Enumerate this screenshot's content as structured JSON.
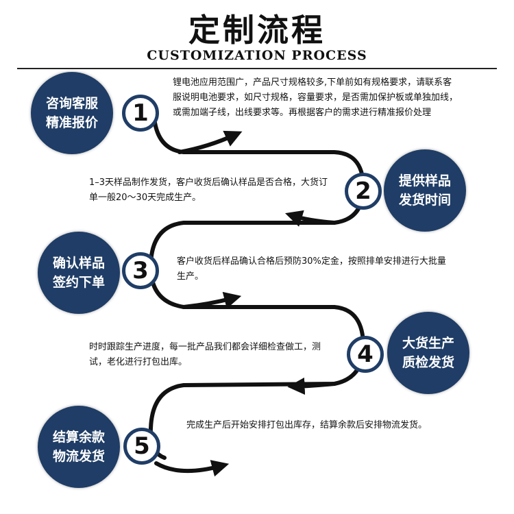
{
  "header": {
    "title": "定制流程",
    "subtitle": "CUSTOMIZATION PROCESS"
  },
  "steps": [
    {
      "number": "1",
      "label": "咨询客服精准报价",
      "description": "锂电池应用范围广，产品尺寸规格较多,下单前如有规格要求，请联系客服说明电池要求，如尺寸规格，容量要求，是否需加保护板或单独加线，或需加端子线，出线要求等。再根据客户的需求进行精准报价处理"
    },
    {
      "number": "2",
      "label": "提供样品发货时间",
      "description": "1–3天样品制作发货，客户收货后确认样品是否合格，大货订单一般20～30天完成生产。"
    },
    {
      "number": "3",
      "label": "确认样品签约下单",
      "description": "客户收货后样品确认合格后预防30%定金，按照排单安排进行大批量生产。"
    },
    {
      "number": "4",
      "label": "大货生产质检发货",
      "description": "时时跟踪生产进度，每一批产品我们都会详细检查做工，测试，老化进行打包出库。"
    },
    {
      "number": "5",
      "label": "结算余款物流发货",
      "description": "完成生产后开始安排打包出库存，结算余款后安排物流发货。"
    }
  ],
  "colors": {
    "circle": "#1f3d66",
    "path": "#111111",
    "text": "#111111"
  },
  "icons": [
    "curved-arrow-icon"
  ]
}
